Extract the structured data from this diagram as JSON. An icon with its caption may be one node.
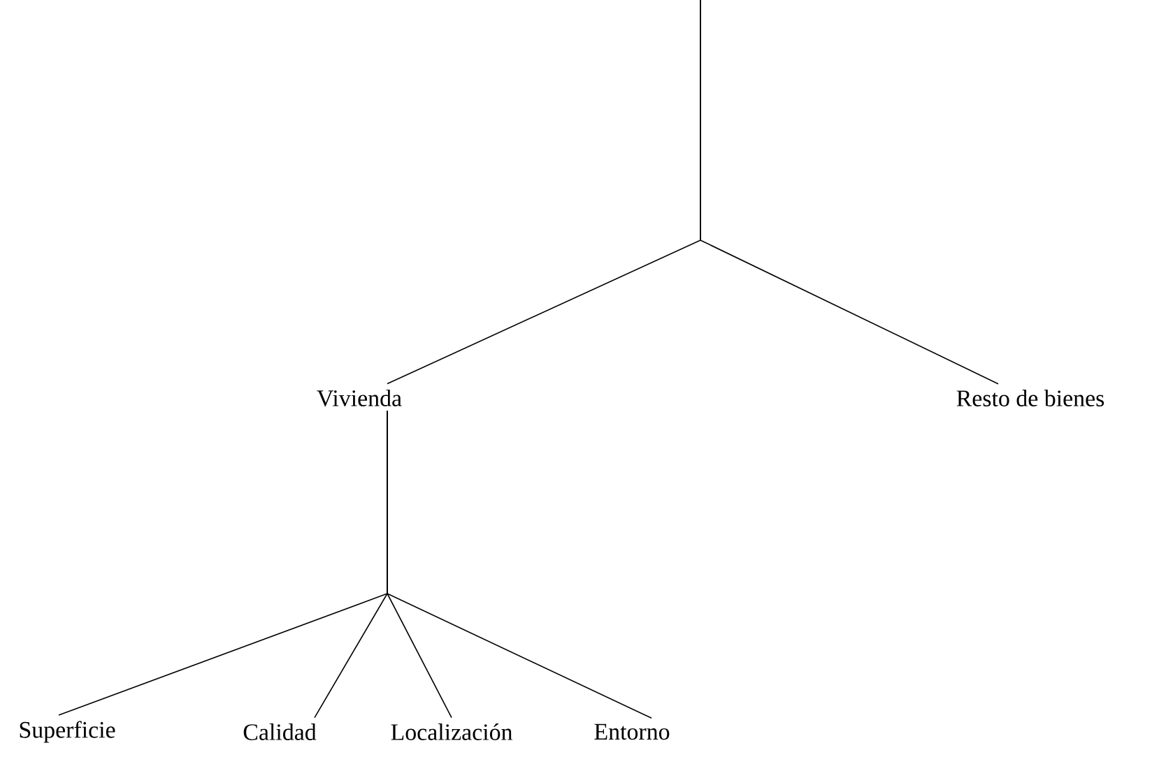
{
  "diagram": {
    "nodes": [
      {
        "text": [
          "Vivienda"
        ]
      },
      {
        "text": [
          "Resto de bienes"
        ]
      },
      {
        "text": [
          "Superficie"
        ]
      },
      {
        "text": [
          "Calidad"
        ]
      },
      {
        "text": [
          "Localización"
        ]
      },
      {
        "text": [
          "Entorno"
        ]
      }
    ],
    "edges": [
      {
        "from": null,
        "to": 0,
        "arrow": "none"
      },
      {
        "from": null,
        "to": 1,
        "arrow": "none"
      },
      {
        "from": 0,
        "to": 2,
        "arrow": "none"
      },
      {
        "from": 0,
        "to": 3,
        "arrow": "none"
      },
      {
        "from": 0,
        "to": 4,
        "arrow": "none"
      },
      {
        "from": 0,
        "to": 5,
        "arrow": "none"
      }
    ]
  }
}
